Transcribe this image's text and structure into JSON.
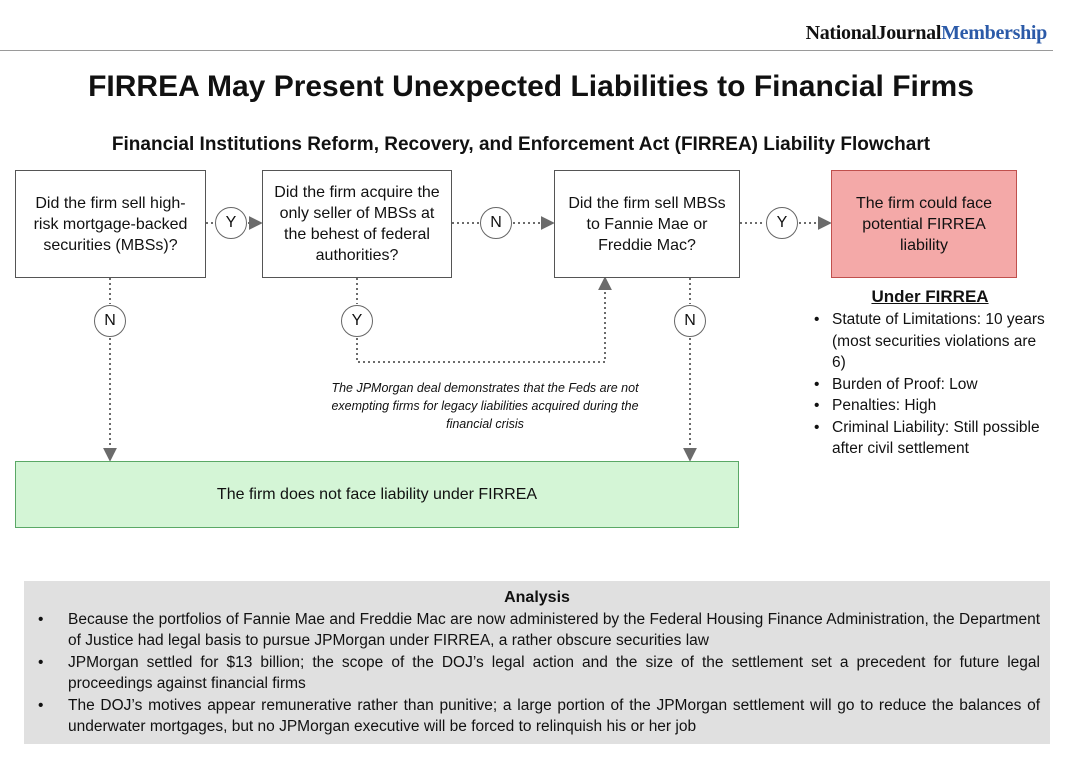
{
  "header": {
    "brand_part1": "NationalJournal",
    "brand_part2": "Membership",
    "title": "FIRREA May Present Unexpected Liabilities to Financial Firms",
    "subtitle": "Financial Institutions Reform, Recovery, and Enforcement Act (FIRREA) Liability Flowchart"
  },
  "flowchart": {
    "q1": "Did the firm sell high-risk mortgage-backed securities (MBSs)?",
    "q2": "Did the firm acquire the only seller of MBSs at the behest of federal authorities?",
    "q3": "Did the firm sell MBSs to Fannie Mae or Freddie Mac?",
    "outcome_liable": "The firm could face potential FIRREA liability",
    "outcome_not_liable": "The firm does not face liability under FIRREA",
    "yes_label": "Y",
    "no_label": "N",
    "note": "The JPMorgan deal demonstrates that the Feds are not exempting firms for legacy liabilities acquired during the financial crisis"
  },
  "under_firrea": {
    "title": "Under FIRREA",
    "items": [
      "Statute of Limitations: 10 years (most securities violations are 6)",
      "Burden of Proof: Low",
      "Penalties:  High",
      "Criminal Liability: Still possible after civil settlement"
    ]
  },
  "analysis": {
    "title": "Analysis",
    "items": [
      "Because the portfolios of Fannie Mae and Freddie Mac are now administered by the Federal Housing Finance Administration, the Department of Justice had legal basis to pursue JPMorgan under FIRREA, a rather obscure securities law",
      "JPMorgan settled for $13 billion; the scope of the DOJ’s legal action and the size of the settlement set a precedent for future legal proceedings against financial firms",
      "The DOJ’s motives appear remunerative rather than punitive; a large portion of the JPMorgan settlement will go to reduce the balances of underwater mortgages, but no JPMorgan executive will be forced to relinquish his or her job"
    ]
  },
  "colors": {
    "liable_fill": "#f4a9a8",
    "not_liable_fill": "#d4f5d6",
    "brand_blue": "#2b5aa8",
    "analysis_bg": "#e0e0e0"
  }
}
